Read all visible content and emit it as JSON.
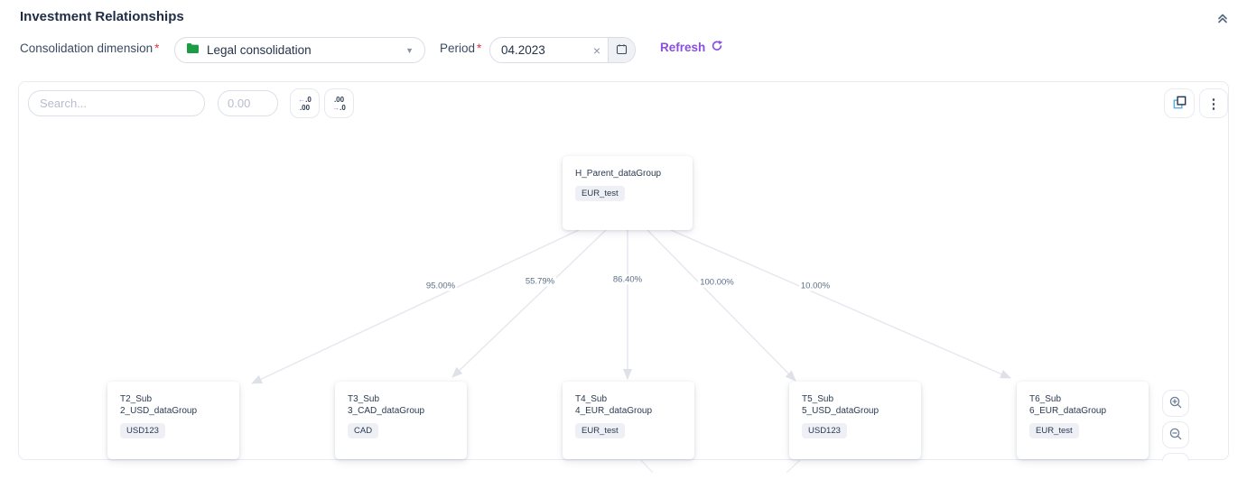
{
  "header": {
    "title": "Investment Relationships",
    "collapse_icon": "chevrons-up-icon"
  },
  "filters": {
    "consolidation": {
      "label": "Consolidation dimension",
      "required": "*",
      "value": "Legal consolidation",
      "icon": "folder-icon"
    },
    "period": {
      "label": "Period",
      "required": "*",
      "value": "04.2023",
      "clear_icon": "close-icon",
      "calendar_icon": "calendar-icon"
    },
    "refresh_label": "Refresh",
    "refresh_icon": "refresh-icon"
  },
  "toolbar": {
    "search_placeholder": "Search...",
    "amount_placeholder": "0.00",
    "decimal_decrease": {
      "top_arrow": "←",
      "top_text": ".0",
      "bottom_text": ".00"
    },
    "decimal_increase": {
      "top_text": ".00",
      "bottom_arrow": "→",
      "bottom_text": ".0"
    },
    "copy_icon": "copy-icon",
    "more_icon": "kebab-menu-icon",
    "kebab_glyph": "⋮"
  },
  "graph": {
    "parent": {
      "name": "H_Parent_dataGroup",
      "badge": "EUR_test"
    },
    "children": [
      {
        "name_line1": "T2_Sub",
        "name_line2": "2_USD_dataGroup",
        "badge": "USD123",
        "ownership": "95.00%"
      },
      {
        "name_line1": "T3_Sub",
        "name_line2": "3_CAD_dataGroup",
        "badge": "CAD",
        "ownership": "55.79%"
      },
      {
        "name_line1": "T4_Sub",
        "name_line2": "4_EUR_dataGroup",
        "badge": "EUR_test",
        "ownership": "86.40%"
      },
      {
        "name_line1": "T5_Sub",
        "name_line2": "5_USD_dataGroup",
        "badge": "USD123",
        "ownership": "100.00%"
      },
      {
        "name_line1": "T6_Sub",
        "name_line2": "6_EUR_dataGroup",
        "badge": "EUR_test",
        "ownership": "10.00%"
      }
    ],
    "zoom_in_icon": "zoom-in-icon",
    "zoom_out_icon": "zoom-out-icon"
  },
  "colors": {
    "accent_purple": "#8a4fdf",
    "folder_green": "#1b9c45",
    "required_red": "#e0383e",
    "copy_icon_blue": "#58aee0",
    "title_navy": "#1f2d45",
    "edge_gray": "#e7e8ef"
  }
}
